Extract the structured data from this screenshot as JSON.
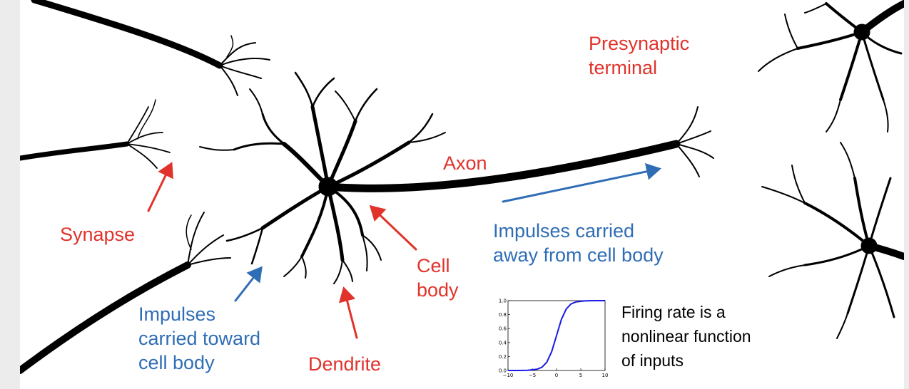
{
  "labels": {
    "presynaptic": "Presynaptic\nterminal",
    "axon": "Axon",
    "synapse": "Synapse",
    "cell_body": "Cell\nbody",
    "dendrite": "Dendrite",
    "impulses_away": "Impulses carried\naway from cell body",
    "impulses_toward": "Impulses\ncarried toward\ncell body",
    "firing_rate": "Firing rate is a\nnonlinear function\nof inputs"
  },
  "colors": {
    "label_red": "#e0332b",
    "label_blue": "#2f6db5",
    "neuron": "#000000",
    "sigmoid_curve": "#1a1ae6",
    "background": "#ececec"
  },
  "chart_data": {
    "type": "line",
    "series": [
      {
        "x": [
          -10,
          -8,
          -6,
          -4,
          -3,
          -2,
          -1,
          0,
          1,
          2,
          3,
          4,
          6,
          8,
          10
        ],
        "y": [
          5e-05,
          0.0003,
          0.0025,
          0.018,
          0.047,
          0.119,
          0.269,
          0.5,
          0.731,
          0.881,
          0.953,
          0.982,
          0.9975,
          0.9997,
          0.99995
        ]
      }
    ],
    "xlim": [
      -10,
      10
    ],
    "ylim": [
      0,
      1.0
    ],
    "xticks": [
      -10,
      -5,
      0,
      5,
      10
    ],
    "yticks": [
      0.0,
      0.2,
      0.4,
      0.6,
      0.8,
      1.0
    ],
    "xtick_labels": [
      "−10",
      "−5",
      "0",
      "5",
      "10"
    ],
    "ytick_labels": [
      "0.0",
      "0.2",
      "0.4",
      "0.6",
      "0.8",
      "1.0"
    ],
    "grid": false
  }
}
